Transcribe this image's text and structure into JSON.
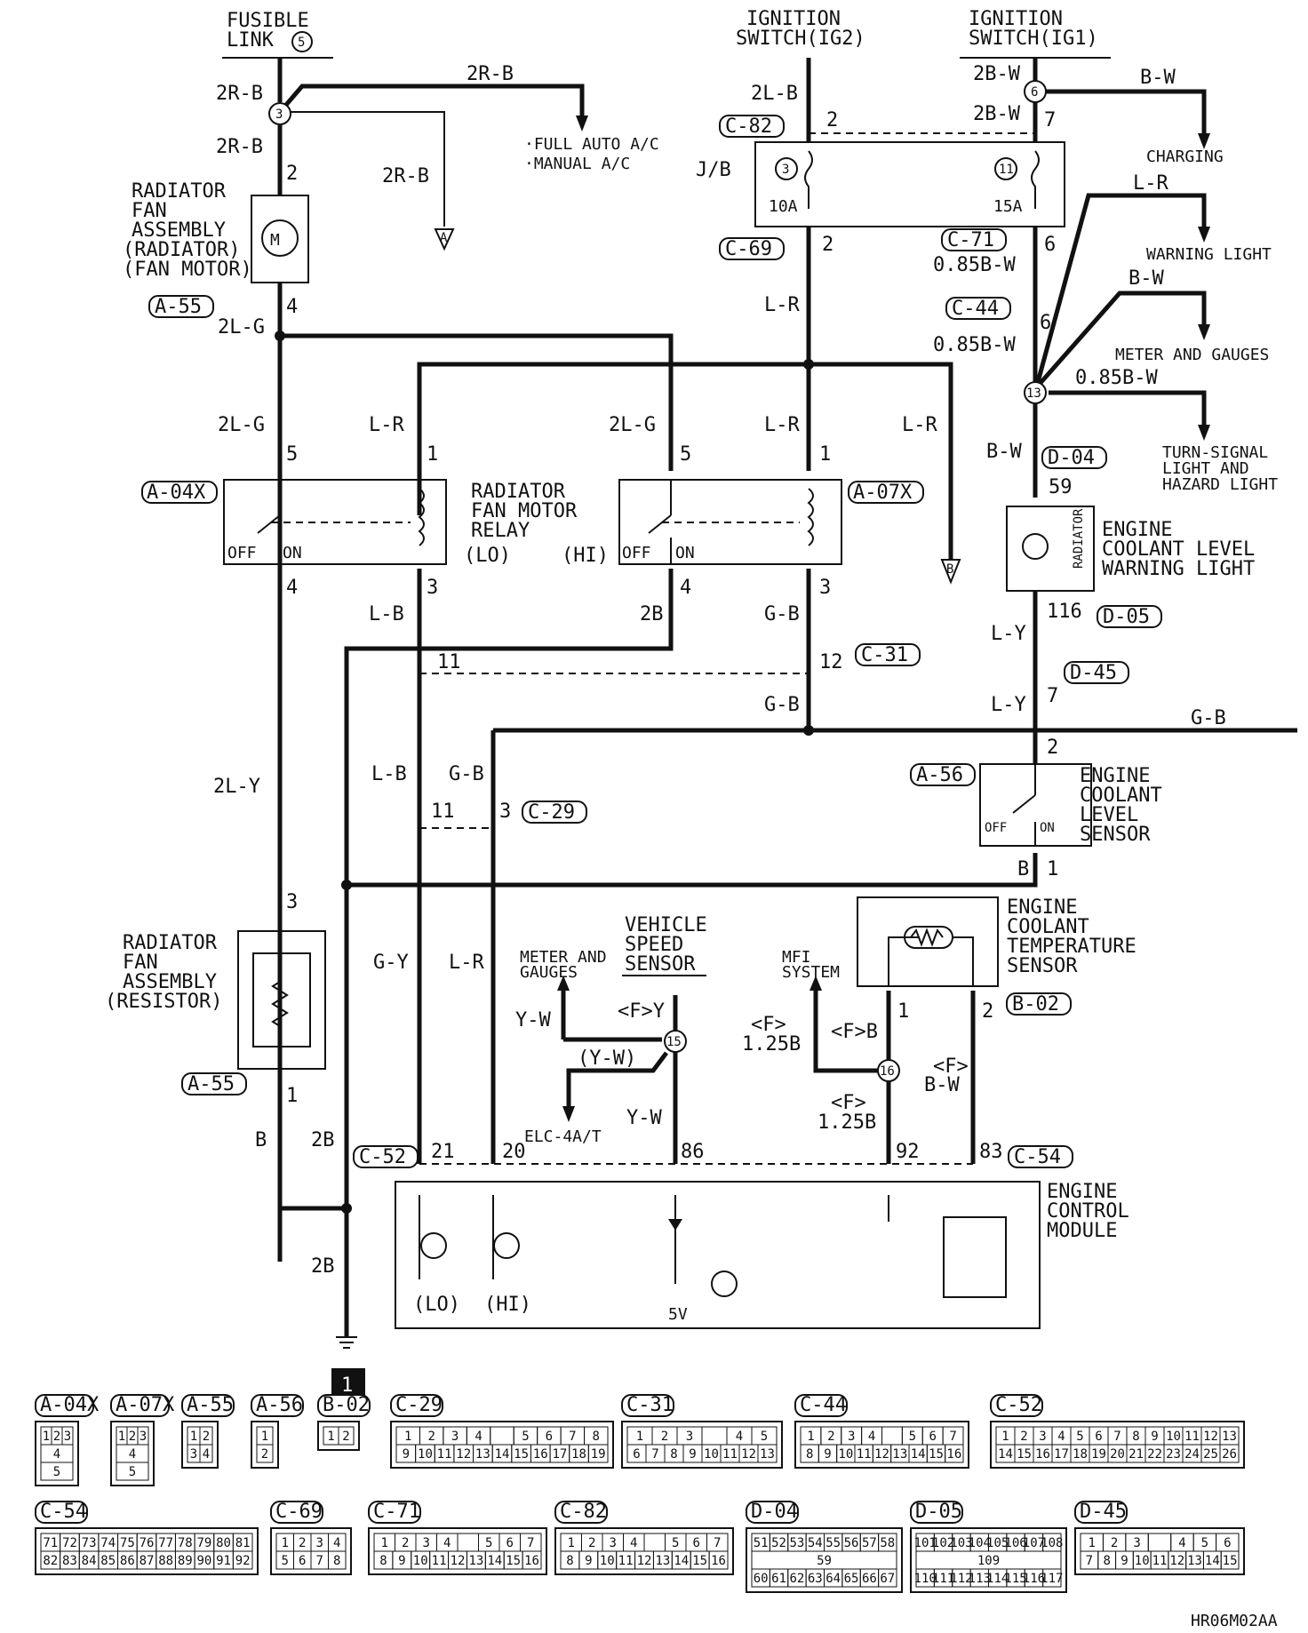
{
  "power": {
    "fusible_link": "FUSIBLE\nLINK",
    "fusible_link_num": "5",
    "ig2": "IGNITION\nSWITCH(IG2)",
    "ig1": "IGNITION\nSWITCH(IG1)"
  },
  "splices": {
    "s3": "3",
    "s6": "6",
    "s13": "13",
    "s15": "15",
    "s16": "16",
    "jb3": "3",
    "jb11": "11"
  },
  "destinations": {
    "ac": "·FULL AUTO A/C\n·MANUAL A/C",
    "charging": "CHARGING",
    "warning_light": "WARNING LIGHT",
    "meter_gauges": "METER AND GAUGES",
    "turn_signal": "TURN-SIGNAL\nLIGHT AND\nHAZARD LIGHT",
    "meter_gauges2": "METER AND\nGAUGES",
    "mfi": "MFI\nSYSTEM",
    "elc": "ELC-4A/T",
    "ref_a": "A",
    "ref_b": "B"
  },
  "components": {
    "fan_motor": "RADIATOR\nFAN\nASSEMBLY\n(RADIATOR\nFAN MOTOR)",
    "fan_relay": "RADIATOR\nFAN MOTOR\nRELAY",
    "relay_lo": "(LO)",
    "relay_hi": "(HI)",
    "off": "OFF",
    "on": "ON",
    "jb": "J/B",
    "fuse10": "10A",
    "fuse15": "15A",
    "radiator": "RADIATOR",
    "coolant_warning": "ENGINE\nCOOLANT LEVEL\nWARNING LIGHT",
    "coolant_level_sensor": "ENGINE\nCOOLANT\nLEVEL\nSENSOR",
    "coolant_temp_sensor": "ENGINE\nCOOLANT\nTEMPERATURE\nSENSOR",
    "vss": "VEHICLE\nSPEED\nSENSOR",
    "fan_resistor": "RADIATOR\nFAN\nASSEMBLY\n(RESISTOR)",
    "ecm": "ENGINE\nCONTROL\nMODULE",
    "ecm_lo": "(LO)",
    "ecm_hi": "(HI)",
    "five_v": "5V",
    "ground": "1"
  },
  "wires": {
    "w2RB": "2R-B",
    "w2LB": "2L-B",
    "w2BW": "2B-W",
    "wBW": "B-W",
    "w2LG": "2L-G",
    "wLR": "L-R",
    "w085BW": "0.85B-W",
    "wLB": "L-B",
    "w2B": "2B",
    "wGB": "G-B",
    "wLY": "L-Y",
    "w2LY": "2L-Y",
    "wGY": "G-Y",
    "wB": "B",
    "wYW": "Y-W",
    "wYWp": "(Y-W)",
    "wFY": "<F>Y",
    "wF125B": "<F>\n1.25B",
    "wFB": "<F>B",
    "wFBW": "<F>\nB-W"
  },
  "pins": {
    "p2": "2",
    "p4": "4",
    "p5": "5",
    "p1": "1",
    "p3": "3",
    "p6": "6",
    "p7": "7",
    "p11": "11",
    "p12": "12",
    "p59": "59",
    "p116": "116",
    "p21": "21",
    "p20": "20",
    "p86": "86",
    "p92": "92",
    "p83": "83"
  },
  "connectors": {
    "A55": "A-55",
    "A04X": "A-04X",
    "A07X": "A-07X",
    "A56": "A-56",
    "B02": "B-02",
    "C82": "C-82",
    "C69": "C-69",
    "C71": "C-71",
    "C44": "C-44",
    "C31": "C-31",
    "C29": "C-29",
    "C52": "C-52",
    "C54": "C-54",
    "D04": "D-04",
    "D05": "D-05",
    "D45": "D-45"
  },
  "connector_views": [
    {
      "id": "A-04X",
      "rows": [
        [
          "1",
          "2",
          "3"
        ],
        [
          "4"
        ],
        [
          "5"
        ]
      ]
    },
    {
      "id": "A-07X",
      "rows": [
        [
          "1",
          "2",
          "3"
        ],
        [
          "4"
        ],
        [
          "5"
        ]
      ]
    },
    {
      "id": "A-55",
      "rows": [
        [
          "1",
          "2"
        ],
        [
          "3",
          "4"
        ]
      ]
    },
    {
      "id": "A-56",
      "rows": [
        [
          "1"
        ],
        [
          "2"
        ]
      ]
    },
    {
      "id": "B-02",
      "rows": [
        [
          "1",
          "2"
        ]
      ]
    },
    {
      "id": "C-29",
      "rows": [
        [
          "1",
          "2",
          "3",
          "4",
          "",
          "5",
          "6",
          "7",
          "8"
        ],
        [
          "9",
          "10",
          "11",
          "12",
          "13",
          "14",
          "15",
          "16",
          "17",
          "18",
          "19"
        ]
      ]
    },
    {
      "id": "C-31",
      "rows": [
        [
          "1",
          "2",
          "3",
          "",
          "4",
          "5"
        ],
        [
          "6",
          "7",
          "8",
          "9",
          "10",
          "11",
          "12",
          "13"
        ]
      ]
    },
    {
      "id": "C-44",
      "rows": [
        [
          "1",
          "2",
          "3",
          "4",
          "",
          "5",
          "6",
          "7"
        ],
        [
          "8",
          "9",
          "10",
          "11",
          "12",
          "13",
          "14",
          "15",
          "16"
        ]
      ]
    },
    {
      "id": "C-52",
      "rows": [
        [
          "1",
          "2",
          "3",
          "4",
          "5",
          "6",
          "7",
          "8",
          "9",
          "10",
          "11",
          "12",
          "13"
        ],
        [
          "14",
          "15",
          "16",
          "17",
          "18",
          "19",
          "20",
          "21",
          "22",
          "23",
          "24",
          "25",
          "26"
        ]
      ]
    },
    {
      "id": "C-54",
      "rows": [
        [
          "71",
          "72",
          "73",
          "74",
          "75",
          "76",
          "77",
          "78",
          "79",
          "80",
          "81"
        ],
        [
          "82",
          "83",
          "84",
          "85",
          "86",
          "87",
          "88",
          "89",
          "90",
          "91",
          "92"
        ]
      ]
    },
    {
      "id": "C-69",
      "rows": [
        [
          "1",
          "2",
          "3",
          "4"
        ],
        [
          "5",
          "6",
          "7",
          "8"
        ]
      ]
    },
    {
      "id": "C-71",
      "rows": [
        [
          "1",
          "2",
          "3",
          "4",
          "",
          "5",
          "6",
          "7"
        ],
        [
          "8",
          "9",
          "10",
          "11",
          "12",
          "13",
          "14",
          "15",
          "16"
        ]
      ]
    },
    {
      "id": "C-82",
      "rows": [
        [
          "1",
          "2",
          "3",
          "4",
          "",
          "5",
          "6",
          "7"
        ],
        [
          "8",
          "9",
          "10",
          "11",
          "12",
          "13",
          "14",
          "15",
          "16"
        ]
      ]
    },
    {
      "id": "D-04",
      "rows": [
        [
          "51",
          "52",
          "53",
          "54",
          "55",
          "56",
          "57",
          "58"
        ],
        [
          "59"
        ],
        [
          "60",
          "61",
          "62",
          "63",
          "64",
          "65",
          "66",
          "67"
        ]
      ]
    },
    {
      "id": "D-05",
      "rows": [
        [
          "101",
          "102",
          "103",
          "104",
          "105",
          "106",
          "107",
          "108"
        ],
        [
          "109"
        ],
        [
          "110",
          "111",
          "112",
          "113",
          "114",
          "115",
          "116",
          "117"
        ]
      ]
    },
    {
      "id": "D-45",
      "rows": [
        [
          "1",
          "2",
          "3",
          "",
          "4",
          "5",
          "6"
        ],
        [
          "7",
          "8",
          "9",
          "10",
          "11",
          "12",
          "13",
          "14",
          "15"
        ]
      ]
    }
  ],
  "figure_code": "HR06M02AA"
}
